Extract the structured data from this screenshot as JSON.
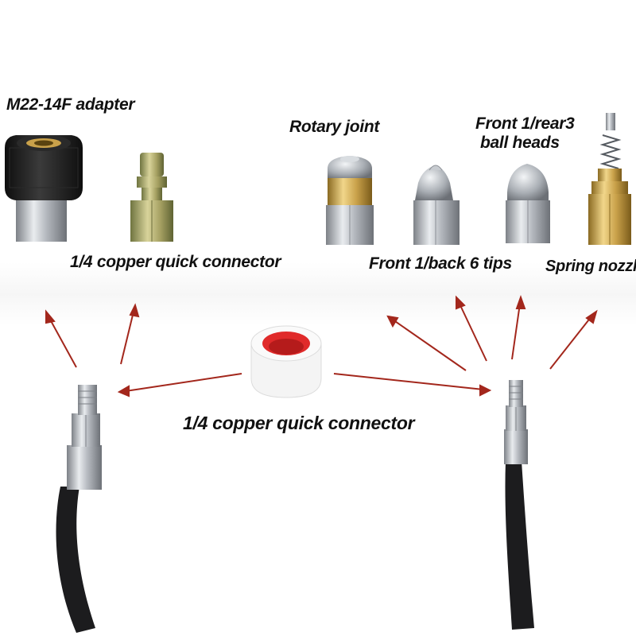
{
  "labels": {
    "adapter": "M22-14F adapter",
    "quick_connector_top": "1/4 copper quick connector",
    "rotary_joint": "Rotary joint",
    "front1_rear3_line1": "Front 1/rear3",
    "front1_rear3_line2": "ball heads",
    "front1_back6": "Front 1/back 6 tips",
    "spring_nozzle": "Spring nozzle",
    "quick_connector_center": "1/4 copper quick connector"
  },
  "colors": {
    "arrow": "#a3271c",
    "brass": "#c9a14a",
    "steel": "#b8bcc2",
    "hose": "#1c1c1e",
    "tape_red": "#e02a2a",
    "black_rubber": "#1f1f1f"
  }
}
